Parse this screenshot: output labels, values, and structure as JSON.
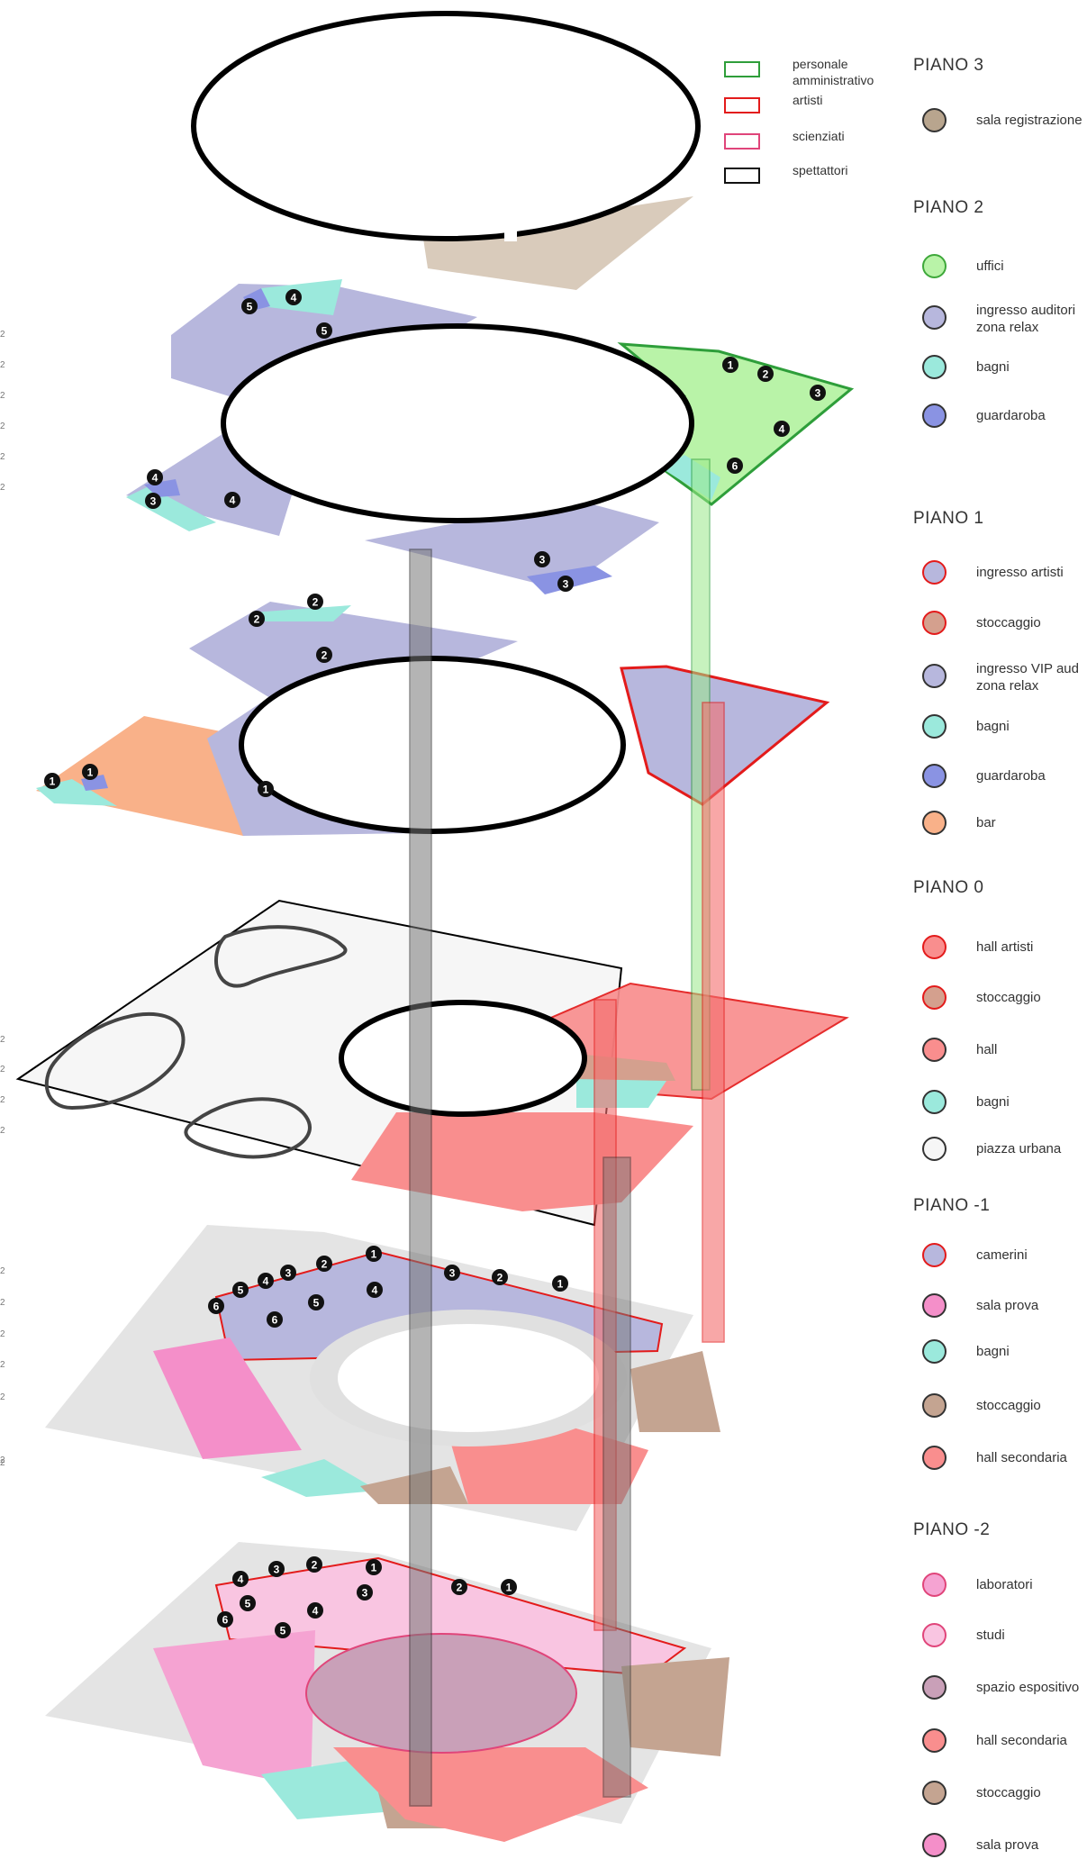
{
  "key": [
    {
      "label": "personale\namministrativo",
      "color": "#2e9e3a"
    },
    {
      "label": "artisti",
      "color": "#e31b1b"
    },
    {
      "label": "scienziati",
      "color": "#e0457a"
    },
    {
      "label": "spettattori",
      "color": "#111111"
    }
  ],
  "legend": [
    {
      "title": "PIANO 3",
      "items": [
        {
          "label": "sala registrazione",
          "fill": "#b8a58e",
          "stroke": "#333333"
        }
      ]
    },
    {
      "title": "PIANO 2",
      "items": [
        {
          "label": "uffici",
          "fill": "#b9f3a8",
          "stroke": "#3ea83a"
        },
        {
          "label": "ingresso auditori\nzona relax",
          "fill": "#b7b7dd",
          "stroke": "#333333"
        },
        {
          "label": "bagni",
          "fill": "#9be9dc",
          "stroke": "#333333"
        },
        {
          "label": "guardaroba",
          "fill": "#8a93e3",
          "stroke": "#333333"
        }
      ]
    },
    {
      "title": "PIANO 1",
      "items": [
        {
          "label": "ingresso artisti",
          "fill": "#b7b7dd",
          "stroke": "#e31b1b"
        },
        {
          "label": "stoccaggio",
          "fill": "#d4a08e",
          "stroke": "#e31b1b"
        },
        {
          "label": "ingresso VIP aud\nzona relax",
          "fill": "#b7b7dd",
          "stroke": "#333333"
        },
        {
          "label": "bagni",
          "fill": "#9be9dc",
          "stroke": "#333333"
        },
        {
          "label": "guardaroba",
          "fill": "#8a93e3",
          "stroke": "#333333"
        },
        {
          "label": "bar",
          "fill": "#f9b189",
          "stroke": "#333333"
        }
      ]
    },
    {
      "title": "PIANO 0",
      "items": [
        {
          "label": "hall artisti",
          "fill": "#f98e8e",
          "stroke": "#e31b1b"
        },
        {
          "label": "stoccaggio",
          "fill": "#d4a08e",
          "stroke": "#e31b1b"
        },
        {
          "label": "hall",
          "fill": "#f98e8e",
          "stroke": "#333333"
        },
        {
          "label": "bagni",
          "fill": "#9be9dc",
          "stroke": "#333333"
        },
        {
          "label": "piazza urbana",
          "fill": "#f6f6f6",
          "stroke": "#333333"
        }
      ]
    },
    {
      "title": "PIANO -1",
      "items": [
        {
          "label": "camerini",
          "fill": "#b7b7dd",
          "stroke": "#e31b1b"
        },
        {
          "label": "sala prova",
          "fill": "#f48fc9",
          "stroke": "#333333"
        },
        {
          "label": "bagni",
          "fill": "#9be9dc",
          "stroke": "#333333"
        },
        {
          "label": "stoccaggio",
          "fill": "#c4a491",
          "stroke": "#333333"
        },
        {
          "label": "hall secondaria",
          "fill": "#f98e8e",
          "stroke": "#333333"
        }
      ]
    },
    {
      "title": "PIANO -2",
      "items": [
        {
          "label": "laboratori",
          "fill": "#f5a3d2",
          "stroke": "#e0457a"
        },
        {
          "label": "studi",
          "fill": "#f9c5e1",
          "stroke": "#e0457a"
        },
        {
          "label": "spazio espositivo",
          "fill": "#c9a0b8",
          "stroke": "#333333"
        },
        {
          "label": "hall secondaria",
          "fill": "#f98e8e",
          "stroke": "#333333"
        },
        {
          "label": "stoccaggio",
          "fill": "#c4a491",
          "stroke": "#333333"
        },
        {
          "label": "sala prova",
          "fill": "#f48fc9",
          "stroke": "#333333"
        }
      ]
    }
  ],
  "markers": {
    "floor2": [
      "5",
      "4",
      "5",
      "4",
      "3",
      "4",
      "3",
      "3",
      "1",
      "2",
      "3",
      "4",
      "6"
    ],
    "floor1": [
      "2",
      "2",
      "2",
      "1",
      "1",
      "1"
    ],
    "floorm1": [
      "2",
      "1",
      "3",
      "4",
      "5",
      "6",
      "4",
      "5",
      "6",
      "3",
      "2",
      "1"
    ],
    "floorm2": [
      "2",
      "1",
      "3",
      "4",
      "5",
      "6",
      "4",
      "5",
      "3",
      "2",
      "1"
    ]
  },
  "edge_ticks": [
    "2",
    "2",
    "2",
    "2",
    "2",
    "2",
    "2",
    "2",
    "2",
    "2",
    "2",
    "2",
    "2",
    "2",
    "2",
    "2",
    "2"
  ]
}
